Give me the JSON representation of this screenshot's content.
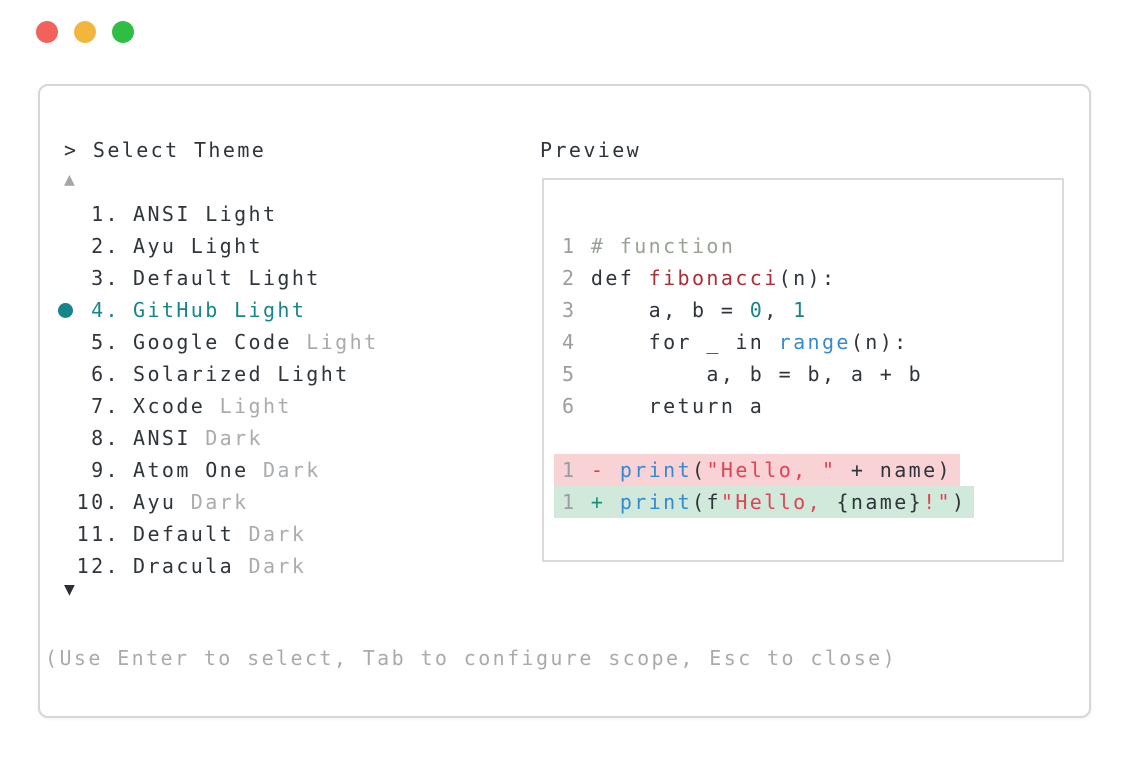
{
  "window": {
    "controls": [
      {
        "name": "close",
        "color": "#f2615a"
      },
      {
        "name": "minimize",
        "color": "#f2b63d"
      },
      {
        "name": "maximize",
        "color": "#2dbe43"
      }
    ]
  },
  "dialog": {
    "prompt_caret": ">",
    "title": "Select Theme",
    "scroll_up_glyph": "▲",
    "scroll_down_glyph": "▼",
    "help_text": "(Use Enter to select, Tab to configure scope, Esc to close)"
  },
  "theme_list": {
    "selected_index": 3,
    "items": [
      {
        "number": "1.",
        "label": "ANSI Light",
        "muted_label": "",
        "selected": false
      },
      {
        "number": "2.",
        "label": "Ayu Light",
        "muted_label": "",
        "selected": false
      },
      {
        "number": "3.",
        "label": "Default Light",
        "muted_label": "",
        "selected": false
      },
      {
        "number": "4.",
        "label": "GitHub Light",
        "muted_label": "",
        "selected": true
      },
      {
        "number": "5.",
        "label": "Google Code",
        "muted_label": "Light",
        "selected": false
      },
      {
        "number": "6.",
        "label": "Solarized Light",
        "muted_label": "",
        "selected": false
      },
      {
        "number": "7.",
        "label": "Xcode",
        "muted_label": "Light",
        "selected": false
      },
      {
        "number": "8.",
        "label": "ANSI",
        "muted_label": "Dark",
        "selected": false
      },
      {
        "number": "9.",
        "label": "Atom One",
        "muted_label": "Dark",
        "selected": false
      },
      {
        "number": "10.",
        "label": "Ayu",
        "muted_label": "Dark",
        "selected": false
      },
      {
        "number": "11.",
        "label": "Default",
        "muted_label": "Dark",
        "selected": false
      },
      {
        "number": "12.",
        "label": "Dracula",
        "muted_label": "Dark",
        "selected": false
      }
    ]
  },
  "preview": {
    "label": "Preview",
    "code_lines": [
      {
        "number": "1",
        "tokens": [
          {
            "text": "# function",
            "style": "comment"
          }
        ]
      },
      {
        "number": "2",
        "tokens": [
          {
            "text": "def ",
            "style": "plain"
          },
          {
            "text": "fibonacci",
            "style": "function"
          },
          {
            "text": "(n):",
            "style": "plain"
          }
        ]
      },
      {
        "number": "3",
        "tokens": [
          {
            "text": "    a, b = ",
            "style": "plain"
          },
          {
            "text": "0",
            "style": "number"
          },
          {
            "text": ", ",
            "style": "plain"
          },
          {
            "text": "1",
            "style": "number"
          }
        ]
      },
      {
        "number": "4",
        "tokens": [
          {
            "text": "    for _ in ",
            "style": "plain"
          },
          {
            "text": "range",
            "style": "builtin"
          },
          {
            "text": "(n):",
            "style": "plain"
          }
        ]
      },
      {
        "number": "5",
        "tokens": [
          {
            "text": "        a, b = b, a + b",
            "style": "plain"
          }
        ]
      },
      {
        "number": "6",
        "tokens": [
          {
            "text": "    return a",
            "style": "plain"
          }
        ]
      }
    ],
    "diff_lines": [
      {
        "number": "1",
        "sign": "-",
        "kind": "removed",
        "tokens": [
          {
            "text": "print",
            "style": "builtin"
          },
          {
            "text": "(",
            "style": "plain"
          },
          {
            "text": "\"Hello, \"",
            "style": "string"
          },
          {
            "text": " + name)",
            "style": "plain"
          }
        ]
      },
      {
        "number": "1",
        "sign": "+",
        "kind": "added",
        "tokens": [
          {
            "text": "print",
            "style": "builtin"
          },
          {
            "text": "(f",
            "style": "plain"
          },
          {
            "text": "\"Hello, ",
            "style": "string"
          },
          {
            "text": "{name}",
            "style": "plain"
          },
          {
            "text": "!\"",
            "style": "string"
          },
          {
            "text": ")",
            "style": "plain"
          }
        ]
      }
    ]
  },
  "colors": {
    "text_dark": "#2f353b",
    "text_muted": "#a9acae",
    "accent_teal": "#17868c",
    "gutter_gray": "#9a9ea1",
    "syntax_comment": "#9aa294",
    "syntax_function_red": "#ad2d35",
    "syntax_builtin_blue": "#368ad2",
    "syntax_number_teal": "#17868c",
    "syntax_string_red": "#e04454",
    "diff_removed_bg": "#f8d2d4",
    "diff_added_bg": "#d0e9da",
    "panel_border": "#d6d6d6"
  }
}
